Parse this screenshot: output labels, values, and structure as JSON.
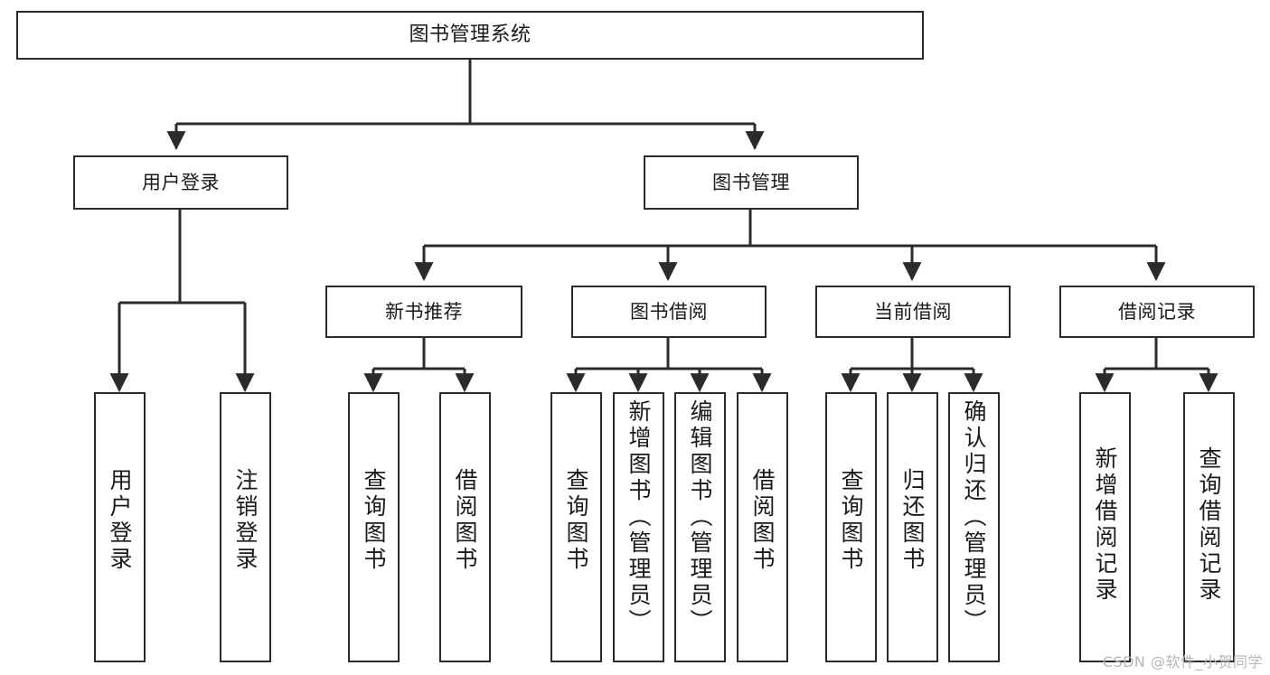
{
  "diagram": {
    "title": "图书管理系统",
    "type": "tree-hierarchy",
    "line_color": "#2b2b2b",
    "box_fill": "#ffffff",
    "text_color": "#1a1a1a"
  },
  "nodes": {
    "root": "图书管理系统",
    "level2": {
      "user_login": "用户登录",
      "book_manage": "图书管理"
    },
    "level3": {
      "new_book_recommend": "新书推荐",
      "book_borrow": "图书借阅",
      "current_borrow": "当前借阅",
      "borrow_record": "借阅记录"
    },
    "leaves": {
      "user_login_1": "用户登录",
      "user_login_2": "注销登录",
      "recommend_1": "查询图书",
      "recommend_2": "借阅图书",
      "borrow_1": "查询图书",
      "borrow_2": "新增图书（管理员）",
      "borrow_3": "编辑图书（管理员）",
      "borrow_4": "借阅图书",
      "current_1": "查询图书",
      "current_2": "归还图书",
      "current_3": "确认归还（管理员）",
      "record_1": "新增借阅记录",
      "record_2": "查询借阅记录"
    }
  },
  "watermark": "CSDN @软件_小贺同学"
}
